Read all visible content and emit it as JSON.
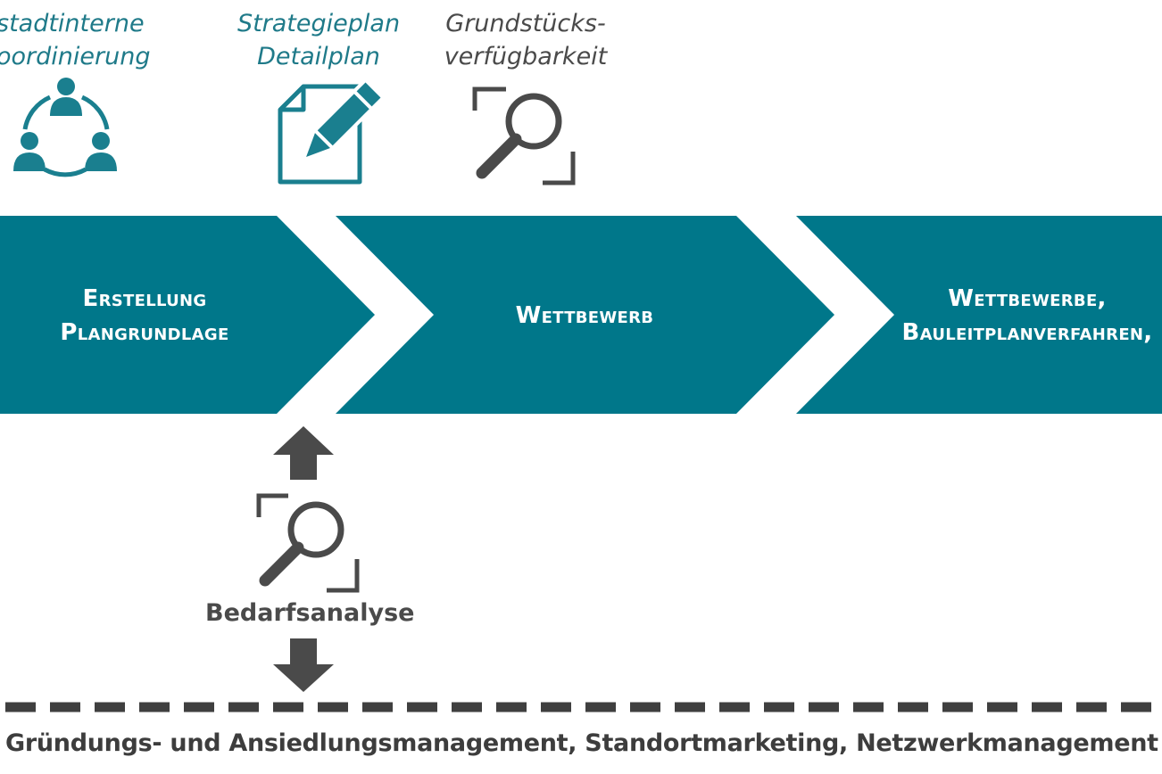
{
  "colors": {
    "teal": "#00778a",
    "teal_icon": "#1a7f8f",
    "gray": "#4a4a4a",
    "dash": "#3f3f3f"
  },
  "top_labels": {
    "coordination": [
      "stadtinterne",
      "oordinierung"
    ],
    "strategy": [
      "Strategieplan",
      "Detailplan"
    ],
    "plots": [
      "Grundstücks-",
      "verfügbarkeit"
    ]
  },
  "stages": [
    {
      "lines": [
        "Erstellung",
        "Plangrundlage"
      ]
    },
    {
      "lines": [
        "Wettbewerb"
      ]
    },
    {
      "lines": [
        "Wettbewerbe,",
        "Bauleitplanverfahren,"
      ]
    }
  ],
  "needs_analysis_label": "Bedarfsanalyse",
  "footer_text": "Gründungs- und Ansiedlungsmanagement, Standortmarketing, Netzwerkmanagement",
  "icons": {
    "coordination": "people-network-icon",
    "strategy": "document-pencil-icon",
    "plots": "magnifier-frame-icon",
    "needs": "magnifier-frame-icon"
  }
}
